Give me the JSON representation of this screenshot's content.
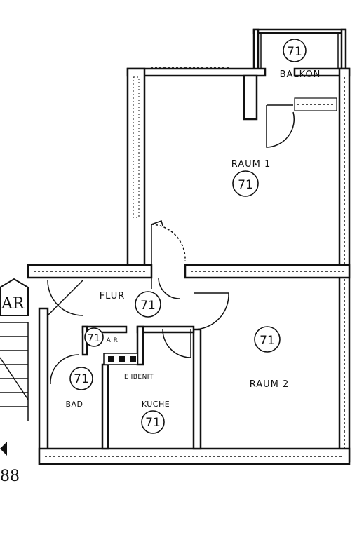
{
  "rooms": {
    "balkon": {
      "label": "BALKON",
      "number": "71"
    },
    "raum1": {
      "label": "RAUM 1",
      "number": "71"
    },
    "raum2": {
      "label": "RAUM 2",
      "number": "71"
    },
    "flur": {
      "label": "FLUR",
      "number": "71"
    },
    "bad": {
      "label": "BAD",
      "number": "71"
    },
    "kueche": {
      "label": "KÜCHE",
      "number": "71"
    },
    "abstellraum": {
      "label": "A R",
      "number": "71"
    },
    "kochnische": {
      "label": "E IBENIT"
    }
  },
  "stair_marker": {
    "label": "AR"
  },
  "corner_number": "88"
}
